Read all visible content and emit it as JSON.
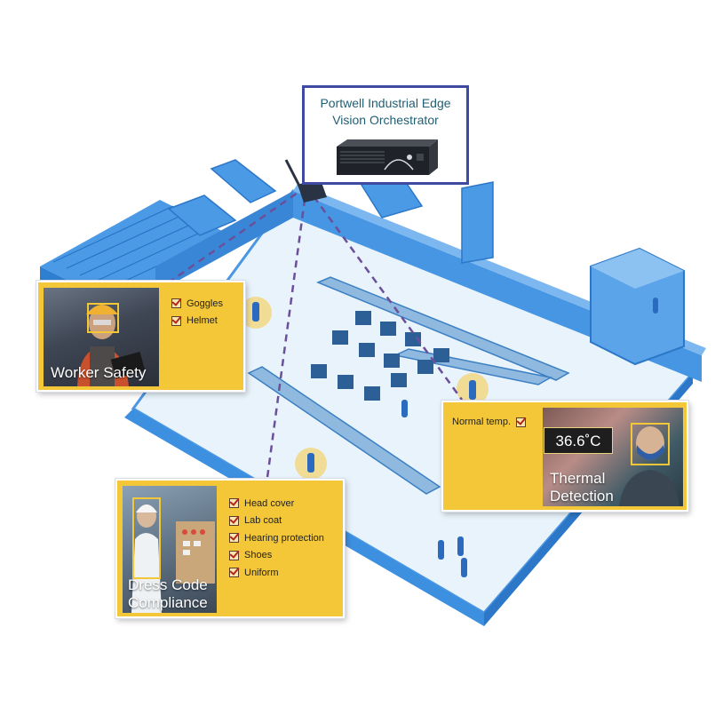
{
  "orchestrator": {
    "title_line1": "Portwell Industrial Edge",
    "title_line2": "Vision Orchestrator"
  },
  "worker_safety": {
    "label": "Worker Safety",
    "checks": [
      "Goggles",
      "Helmet"
    ]
  },
  "thermal": {
    "status_label": "Normal temp.",
    "temperature": "36.6˚C",
    "label_line1": "Thermal",
    "label_line2": "Detection"
  },
  "dress_code": {
    "label_line1": "Dress Code",
    "label_line2": "Compliance",
    "checks": [
      "Head cover",
      "Lab coat",
      "Hearing protection",
      "Shoes",
      "Uniform"
    ]
  },
  "colors": {
    "building": "#3d8fe0",
    "floor": "#e6f2fb",
    "panel": "#f3c737",
    "frame": "#3f4aa3",
    "link": "#6b4f9a"
  }
}
